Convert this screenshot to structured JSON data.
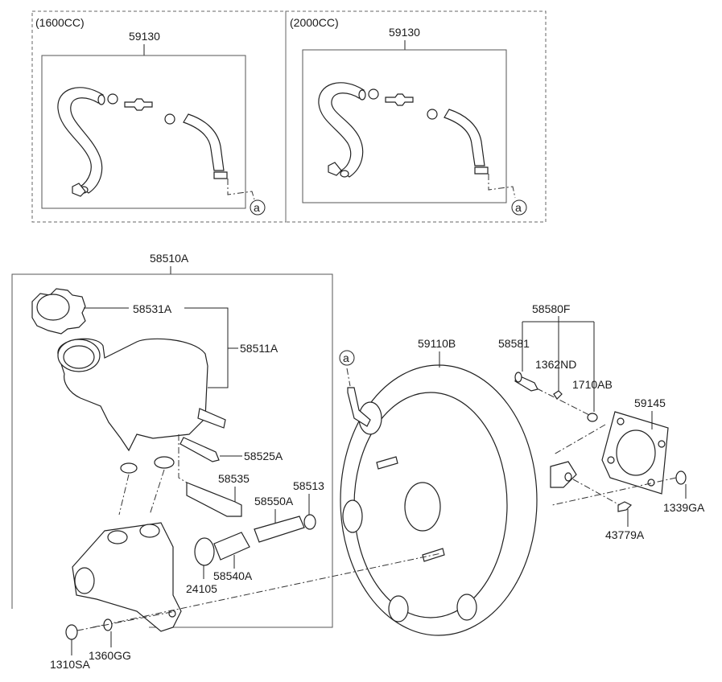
{
  "diagram": {
    "variants": [
      {
        "title": "(1600CC)",
        "part": "59130",
        "ref": "a"
      },
      {
        "title": "(2000CC)",
        "part": "59130",
        "ref": "a"
      }
    ],
    "master_cylinder": {
      "assembly": "58510A",
      "parts": {
        "cap": "58531A",
        "reservoir": "58511A",
        "pin": "58525A",
        "sensor": "58535",
        "seal": "58513",
        "primary_piston": "58550A",
        "secondary_piston": "58540A",
        "o_ring": "24105"
      }
    },
    "booster": {
      "assembly": "59110B",
      "ref": "a",
      "clevis_kit": "58580F",
      "parts": {
        "clevis_pin": "58581",
        "clip": "1362ND",
        "washer": "1710AB",
        "gasket": "59145",
        "nut": "1339GA",
        "snap_pin": "43779A"
      }
    },
    "fasteners": {
      "nut": "1310SA",
      "washer": "1360GG"
    }
  }
}
